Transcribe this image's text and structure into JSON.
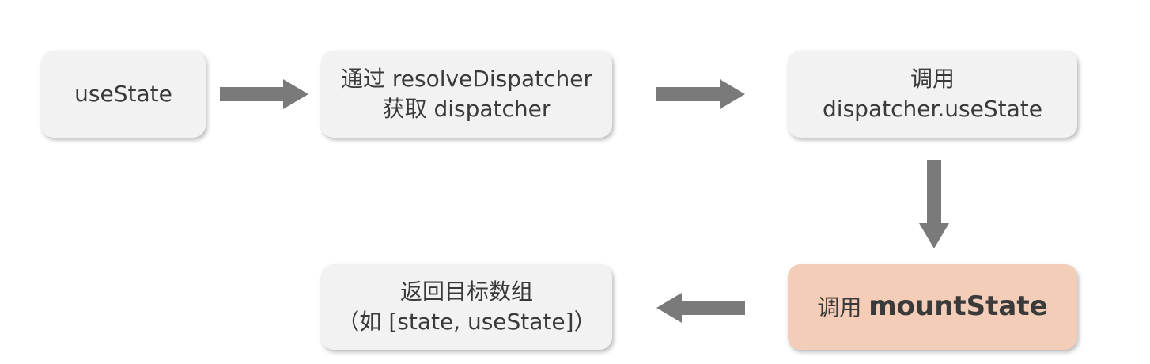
{
  "nodes": {
    "use_state": {
      "text": "useState"
    },
    "resolve_dispatcher": {
      "line1": "通过 resolveDispatcher",
      "line2": "获取 dispatcher"
    },
    "call_dispatcher": {
      "line1": "调用",
      "line2": "dispatcher.useState"
    },
    "mount_state": {
      "prefix": "调用",
      "method": "mountState"
    },
    "return_array": {
      "line1": "返回目标数组",
      "line2": "（如 [state, useState]）"
    }
  },
  "colors": {
    "node_fill": "#f2f2f2",
    "highlight_fill": "#f3cdb8",
    "arrow": "#7a7a7a",
    "text": "#3a3a3a"
  }
}
